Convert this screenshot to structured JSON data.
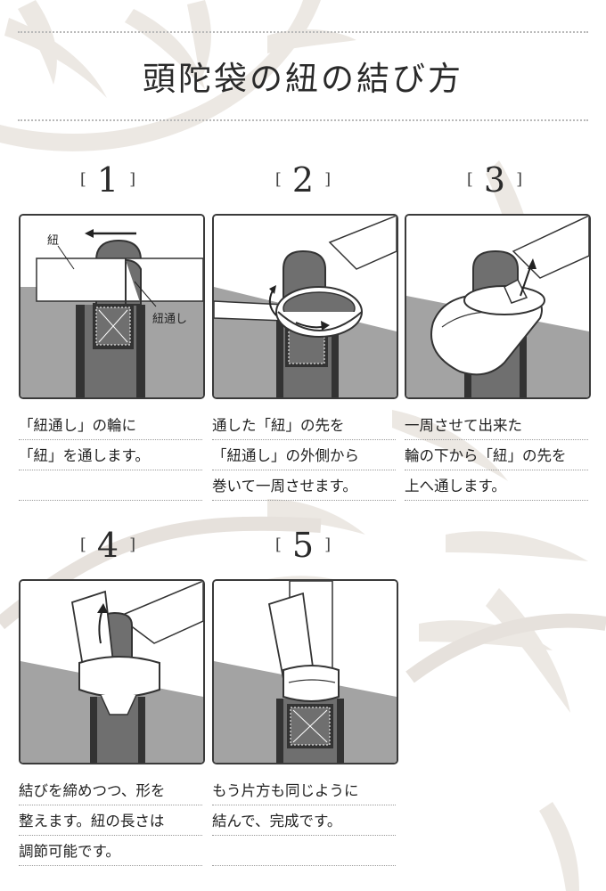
{
  "page": {
    "title": "頭陀袋の紐の結び方"
  },
  "steps": [
    {
      "number": "1",
      "labels": {
        "himo": "紐",
        "himodoshi": "紐通し"
      },
      "caption": [
        "「紐通し」の輪に",
        "「紐」を通します。",
        ""
      ]
    },
    {
      "number": "2",
      "caption": [
        "通した「紐」の先を",
        "「紐通し」の外側から",
        "巻いて一周させます。"
      ]
    },
    {
      "number": "3",
      "caption": [
        "一周させて出来た",
        "輪の下から「紐」の先を",
        "上へ通します。"
      ]
    },
    {
      "number": "4",
      "caption": [
        "結びを締めつつ、形を",
        "整えます。紐の長さは",
        "調節可能です。"
      ]
    },
    {
      "number": "5",
      "caption": [
        "もう片方も同じように",
        "結んで、完成です。",
        ""
      ]
    }
  ],
  "colors": {
    "strap": "#6f6f6f",
    "dark": "#333333",
    "shade": "#a3a3a3",
    "bamboo": "#e6e1dc"
  }
}
